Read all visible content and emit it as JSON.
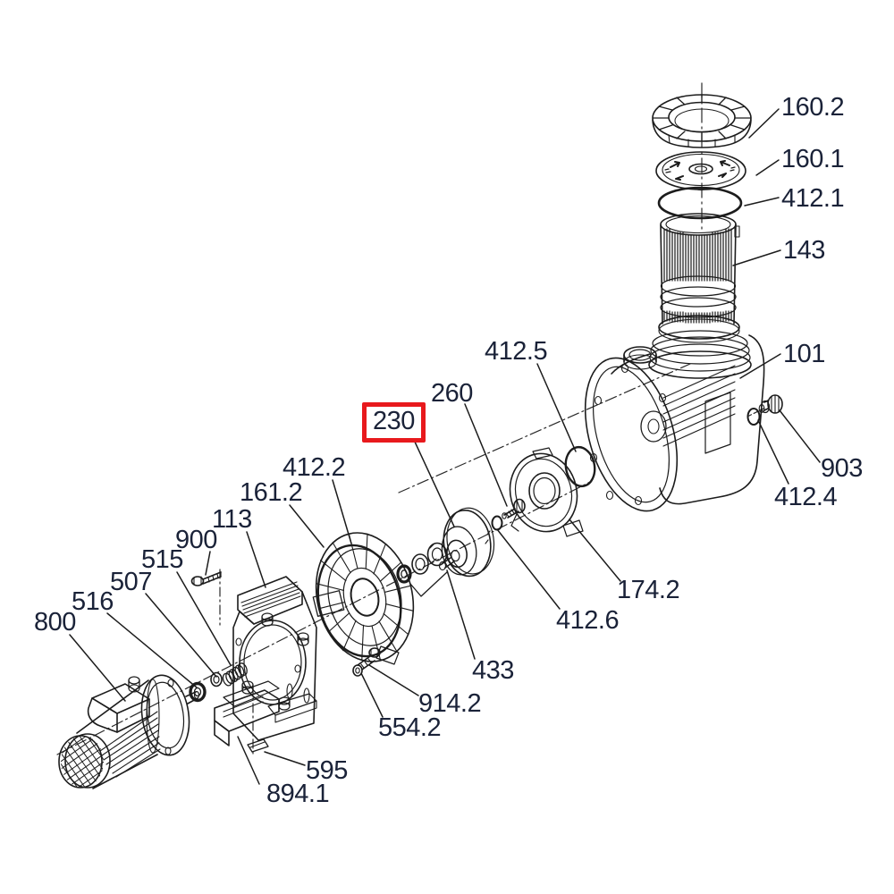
{
  "diagram": {
    "kind": "exploded-parts-diagram",
    "colors": {
      "background": "#ffffff",
      "line_art": "#1c1c1c",
      "label_text": "#1a2238",
      "highlight_box": "#e8191d"
    },
    "highlighted_part": "230",
    "labels": [
      {
        "id": "160.2",
        "text": "160.2",
        "highlighted": false
      },
      {
        "id": "160.1",
        "text": "160.1",
        "highlighted": false
      },
      {
        "id": "412.1",
        "text": "412.1",
        "highlighted": false
      },
      {
        "id": "143",
        "text": "143",
        "highlighted": false
      },
      {
        "id": "101",
        "text": "101",
        "highlighted": false
      },
      {
        "id": "903",
        "text": "903",
        "highlighted": false
      },
      {
        "id": "412.4",
        "text": "412.4",
        "highlighted": false
      },
      {
        "id": "412.5",
        "text": "412.5",
        "highlighted": false
      },
      {
        "id": "260",
        "text": "260",
        "highlighted": false
      },
      {
        "id": "230",
        "text": "230",
        "highlighted": true
      },
      {
        "id": "412.2",
        "text": "412.2",
        "highlighted": false
      },
      {
        "id": "161.2",
        "text": "161.2",
        "highlighted": false
      },
      {
        "id": "113",
        "text": "113",
        "highlighted": false
      },
      {
        "id": "900",
        "text": "900",
        "highlighted": false
      },
      {
        "id": "515",
        "text": "515",
        "highlighted": false
      },
      {
        "id": "507",
        "text": "507",
        "highlighted": false
      },
      {
        "id": "516",
        "text": "516",
        "highlighted": false
      },
      {
        "id": "800",
        "text": "800",
        "highlighted": false
      },
      {
        "id": "174.2",
        "text": "174.2",
        "highlighted": false
      },
      {
        "id": "412.6",
        "text": "412.6",
        "highlighted": false
      },
      {
        "id": "433",
        "text": "433",
        "highlighted": false
      },
      {
        "id": "914.2",
        "text": "914.2",
        "highlighted": false
      },
      {
        "id": "554.2",
        "text": "554.2",
        "highlighted": false
      },
      {
        "id": "595",
        "text": "595",
        "highlighted": false
      },
      {
        "id": "894.1",
        "text": "894.1",
        "highlighted": false
      }
    ]
  }
}
